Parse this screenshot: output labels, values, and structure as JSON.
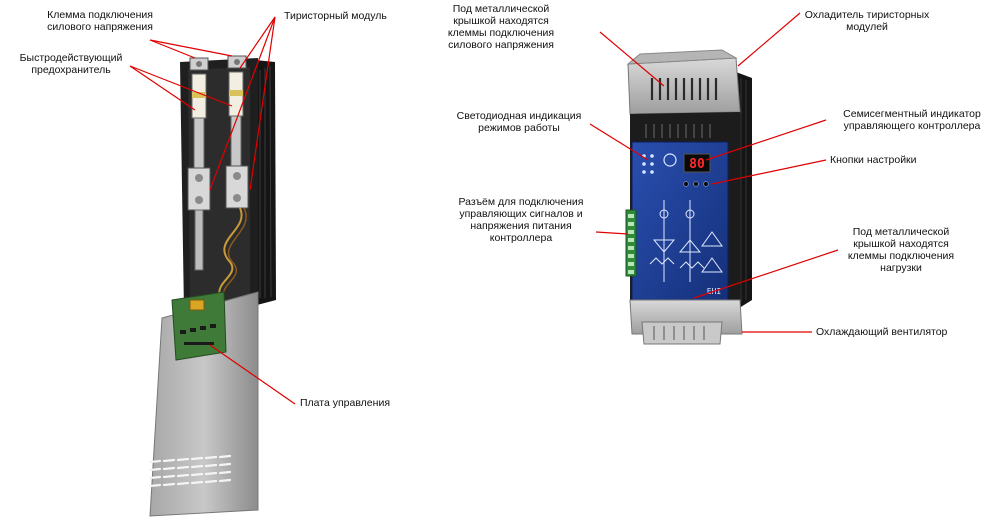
{
  "labels": {
    "terminal_power": "Клемма подключения\nсилового напряжения",
    "thyristor_module": "Тиристорный модуль",
    "fast_fuse": "Быстродействующий\nпредохранитель",
    "control_board": "Плата управления",
    "under_cover_power": "Под металлической\nкрышкой находятся\nклеммы подключения\nсилового напряжения",
    "cooler": "Охладитель тиристорных\nмодулей",
    "led_indication": "Светодиодная индикация\nрежимов работы",
    "seven_segment": "Семисегментный индикатор\nуправляющего контроллера",
    "setup_buttons": "Кнопки настройки",
    "connector": "Разъём для подключения\nуправляющих сигналов и\nнапряжения питания\nконтроллера",
    "under_cover_load": "Под металлической\nкрышкой находятся\nклеммы подключения\nнагрузки",
    "fan": "Охлаждающий вентилятор"
  },
  "device": {
    "display_value": "80",
    "logo_text": "EHI"
  },
  "colors": {
    "pointer": "#e00000",
    "panel_blue": "#1d3a8f",
    "heatsink": "#1b1b1b",
    "frame_gray": "#9a9a9a",
    "pcb_green": "#3f7a38",
    "display_red": "#ff2a2a"
  }
}
